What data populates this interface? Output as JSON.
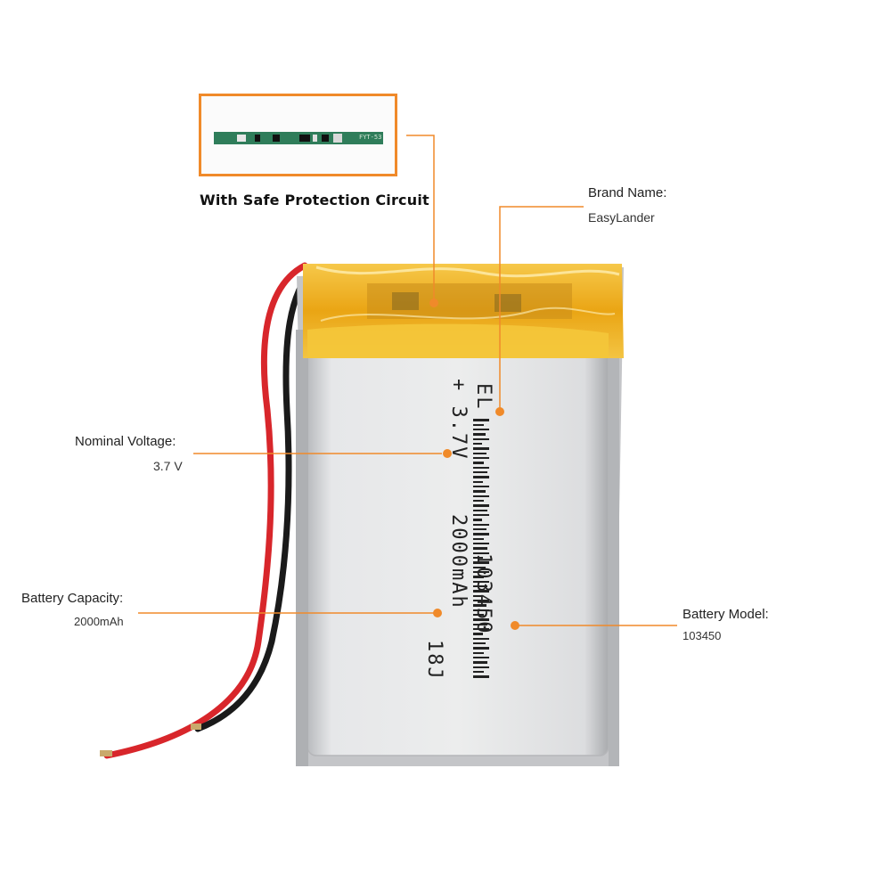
{
  "protection": {
    "caption": "With Safe Protection Circuit",
    "pcb_marking": "FYT-53"
  },
  "battery_print": {
    "brand": "EL",
    "model": "103450",
    "voltage": "+ 3.7V",
    "capacity": "2000mAh",
    "energy": "18J"
  },
  "callouts": {
    "brand": {
      "title": "Brand Name:",
      "value": "EasyLander"
    },
    "voltage": {
      "title": "Nominal Voltage:",
      "value": "3.7 V"
    },
    "capacity": {
      "title": "Battery  Capacity:",
      "value": "2000mAh"
    },
    "model": {
      "title": "Battery Model:",
      "value": "103450"
    }
  },
  "colors": {
    "accent": "#f08a2a",
    "tape": "#f2b21e",
    "cell": "#d9dadc",
    "wire_red": "#d8262b",
    "wire_black": "#1a1a1a",
    "pcb_green": "#2f7d5a"
  }
}
